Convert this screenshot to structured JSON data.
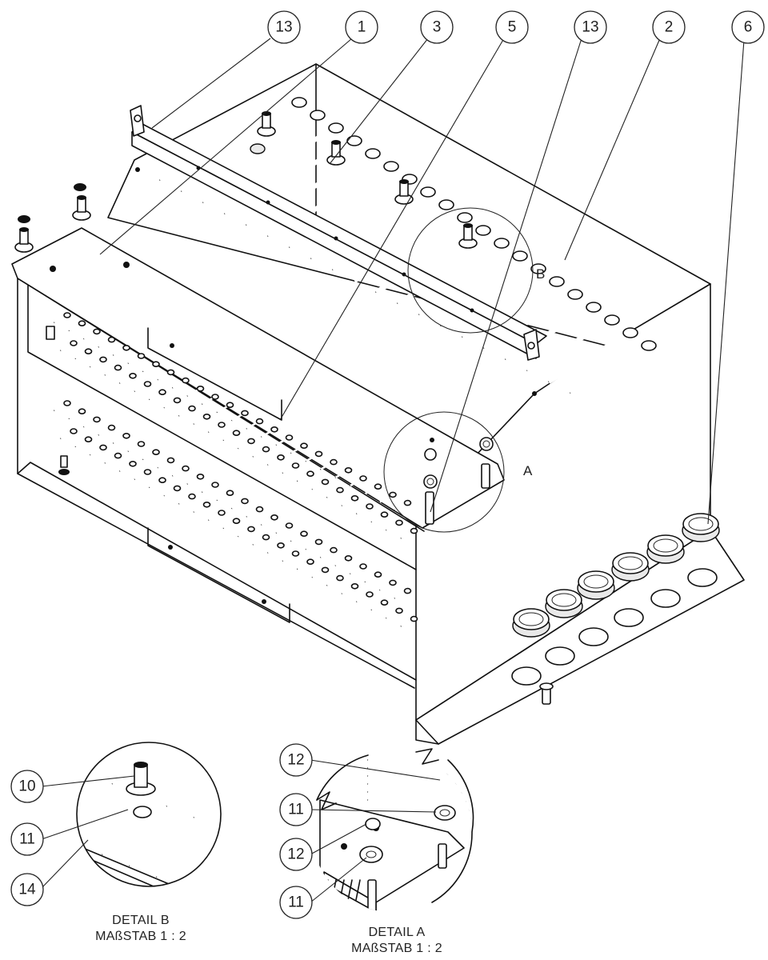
{
  "callouts": {
    "top": [
      "13",
      "1",
      "3",
      "5",
      "13",
      "2",
      "6"
    ],
    "detail_b": [
      "10",
      "11",
      "14"
    ],
    "detail_a": [
      "12",
      "11",
      "12",
      "11"
    ]
  },
  "view_markers": {
    "b": "B",
    "a": "A"
  },
  "detail_b": {
    "title": "DETAIL B",
    "scale": "MAßSTAB 1 : 2"
  },
  "detail_a": {
    "title": "DETAIL A",
    "scale": "MAßSTAB 1 : 2"
  }
}
